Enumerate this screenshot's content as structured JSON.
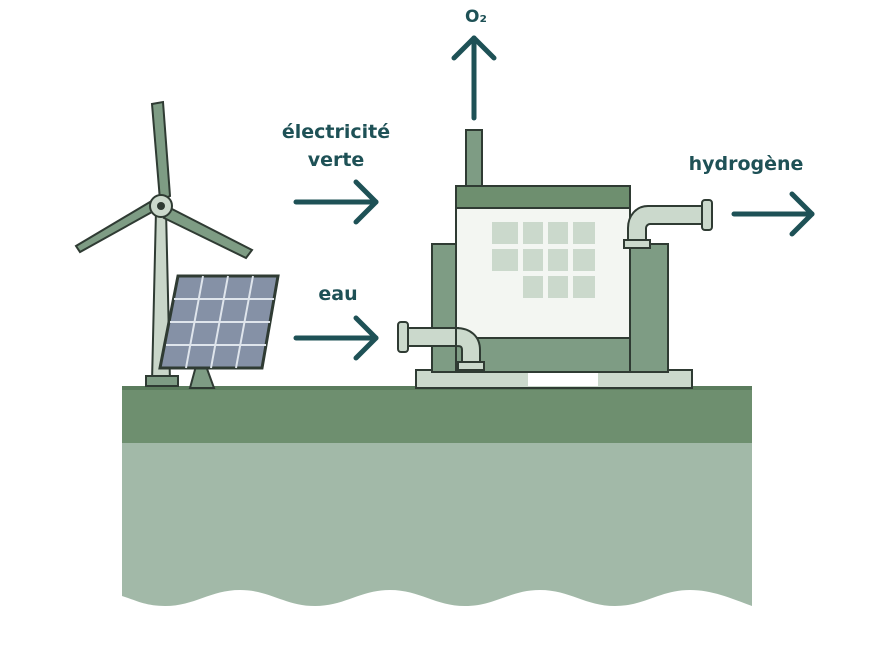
{
  "labels": {
    "oxygen": "O₂",
    "green_electricity_line1": "électricité",
    "green_electricity_line2": "verte",
    "water": "eau",
    "hydrogen": "hydrogène"
  },
  "colors": {
    "arrow": "#1e5156",
    "ground_top": "#6e8f6f",
    "ground_body": "#a2b9a8",
    "machine_dark": "#7e9c84",
    "machine_light": "#cbd9cc",
    "outline": "#2f3b33",
    "solar_panel": "#8591a6"
  },
  "icons": [
    "wind-turbine-icon",
    "solar-panel-icon",
    "electrolyzer-icon",
    "pipe-icon",
    "arrow-right-icon",
    "arrow-up-icon"
  ]
}
